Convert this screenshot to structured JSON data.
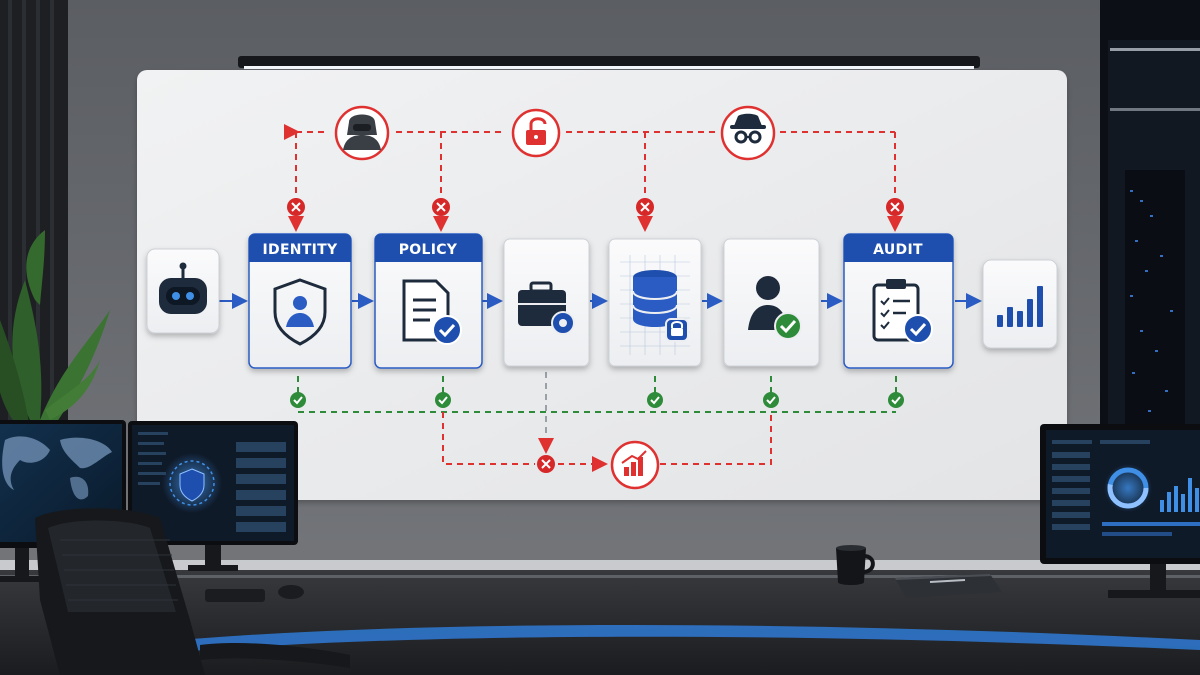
{
  "diagram": {
    "stages": [
      {
        "id": "agent",
        "icon": "robot-icon",
        "label": ""
      },
      {
        "id": "identity",
        "icon": "shield-user-icon",
        "label": "IDENTITY"
      },
      {
        "id": "policy",
        "icon": "document-check-icon",
        "label": "POLICY"
      },
      {
        "id": "tools",
        "icon": "toolbox-gear-icon",
        "label": ""
      },
      {
        "id": "data",
        "icon": "database-lock-icon",
        "label": ""
      },
      {
        "id": "approval",
        "icon": "user-check-icon",
        "label": ""
      },
      {
        "id": "audit",
        "icon": "clipboard-check-icon",
        "label": "AUDIT"
      },
      {
        "id": "results",
        "icon": "bar-chart-icon",
        "label": ""
      }
    ],
    "threats": [
      {
        "icon": "hacker-icon"
      },
      {
        "icon": "unlock-icon"
      },
      {
        "icon": "spy-icon"
      },
      {
        "icon": "rising-chart-icon"
      }
    ],
    "colors": {
      "card_header": "#1f4fae",
      "flow_arrow": "#2a5cc4",
      "threat_line": "#e03131",
      "verified_line": "#2e8b3a",
      "check_badge": "#1f4fae",
      "user_check": "#2e8b3a"
    }
  }
}
